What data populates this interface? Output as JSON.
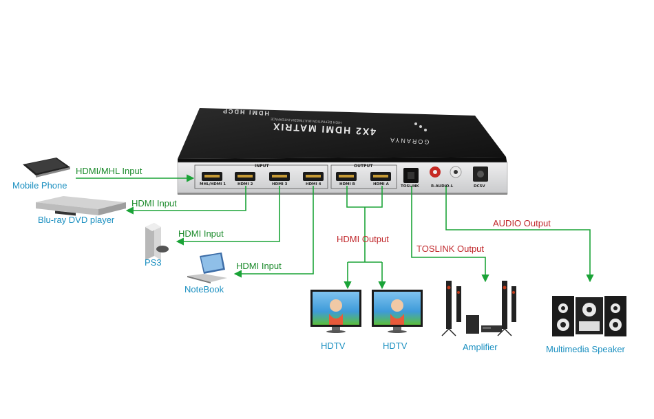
{
  "device": {
    "brand": "GORANYA",
    "top_line1": "4X2 HDMI MATRIX",
    "top_line2": "HIGH DEFINITION MULTIMEDIA INTERFACE",
    "top_line3": "HDMI HDCP",
    "group_input": "INPUT",
    "group_output": "OUTPUT",
    "ports": {
      "in1": "MHL/HDMI 1",
      "in2": "HDMI 2",
      "in3": "HDMI 3",
      "in4": "HDMI 4",
      "outB": "HDMI B",
      "outA": "HDMI A",
      "toslink": "TOSLINK",
      "audio": "R-AUDIO-L",
      "power": "DC5V"
    }
  },
  "sources": [
    {
      "label": "Mobile Phone",
      "icon": "mobile-phone-icon",
      "connection": "HDMI/MHL Input"
    },
    {
      "label": "Blu-ray DVD player",
      "icon": "bluray-player-icon",
      "connection": "HDMI Input"
    },
    {
      "label": "PS3",
      "icon": "ps3-console-icon",
      "connection": "HDMI Input"
    },
    {
      "label": "NoteBook",
      "icon": "notebook-icon",
      "connection": "HDMI Input"
    }
  ],
  "outputs": {
    "hdmi": {
      "label": "HDMI Output",
      "targets": [
        "HDTV",
        "HDTV"
      ]
    },
    "toslink": {
      "label": "TOSLINK Output",
      "target": "Amplifier"
    },
    "audio": {
      "label": "AUDIO Output",
      "target": "Multimedia Speaker"
    }
  },
  "colors": {
    "input_line": "#1aa337",
    "output_line": "#1aa337",
    "input_text": "#1a8a2a",
    "output_text": "#c0262a",
    "device_text": "#1a8fc0",
    "device_body": "#1e1e1e",
    "panel": "#d9dadc"
  }
}
